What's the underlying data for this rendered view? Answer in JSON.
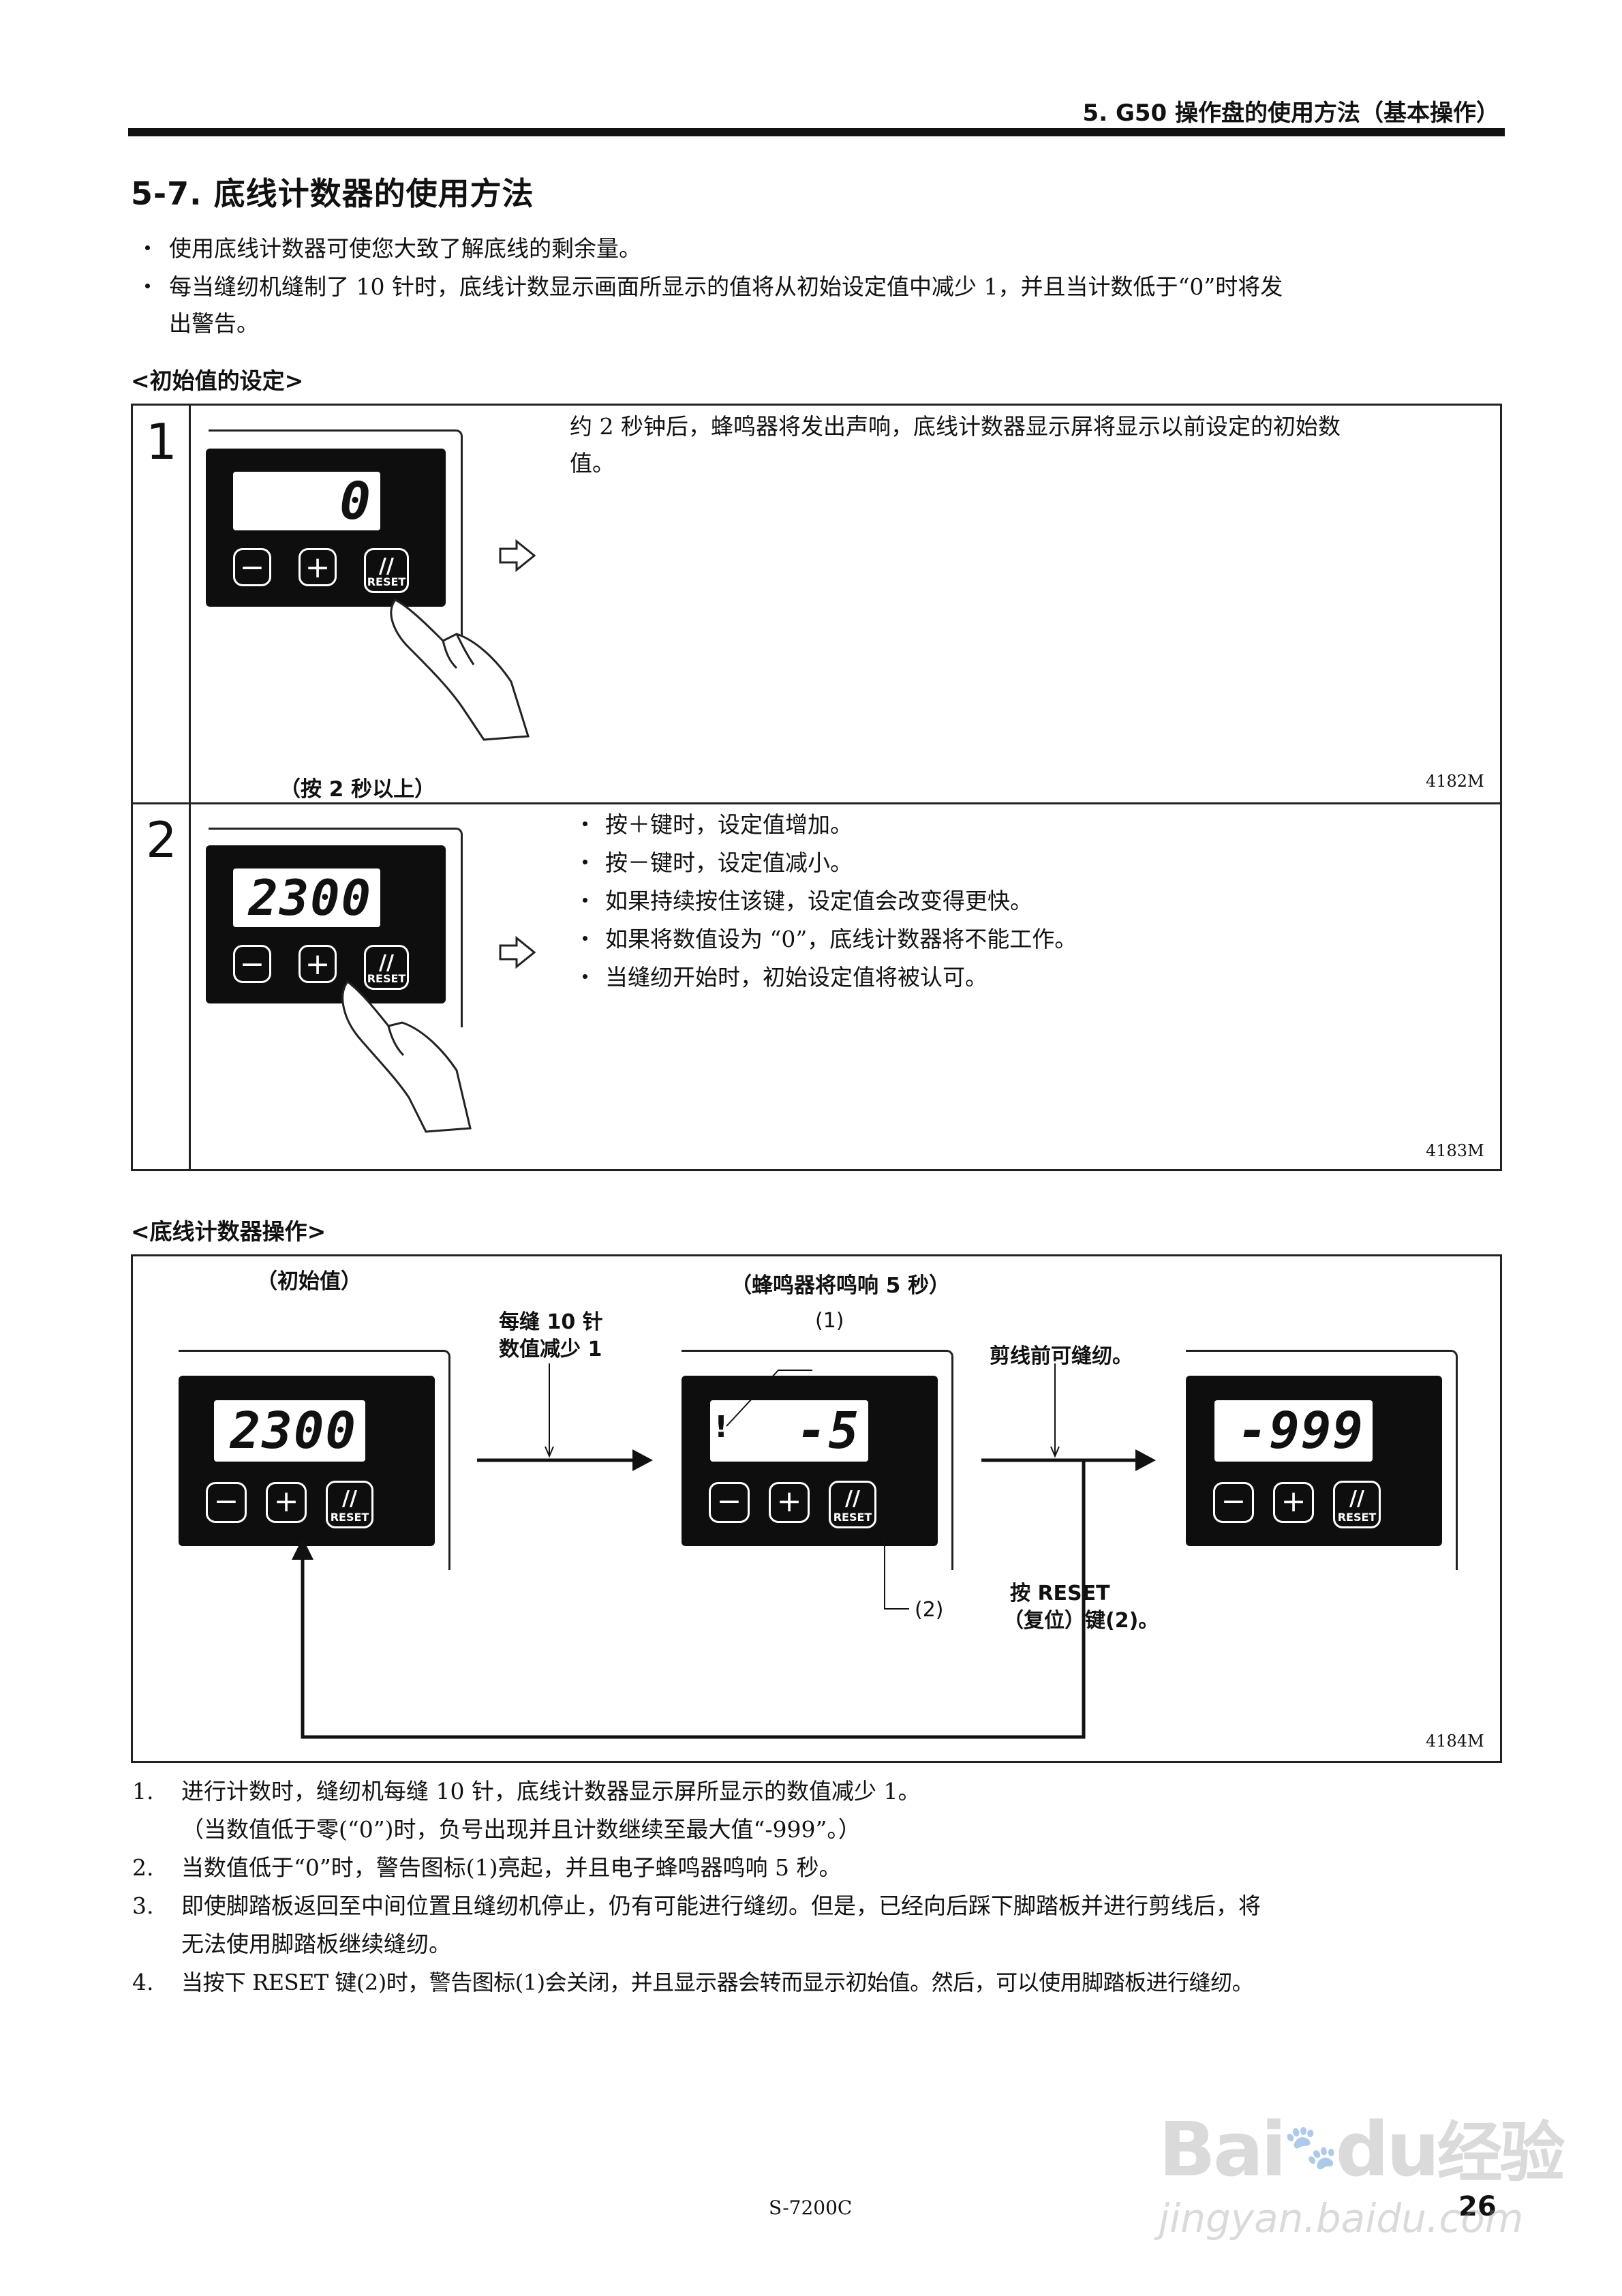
{
  "header": {
    "title": "5. G50 操作盘的使用方法（基本操作）"
  },
  "section": {
    "title": "5-7. 底线计数器的使用方法"
  },
  "intro": [
    {
      "bullet": "・",
      "text": "使用底线计数器可使您大致了解底线的剩余量。"
    },
    {
      "bullet": "・",
      "text": "每当缝纫机缝制了 10 针时，底线计数显示画面所显示的值将从初始设定值中减少 1，并且当计数低于“0”时将发",
      "cont": "出警告。"
    }
  ],
  "setting": {
    "heading": "<初始值的设定>",
    "step1": {
      "num": "1",
      "lcd": "0",
      "caption": "（按 2 秒以上）",
      "desc": "约 2 秒钟后，蜂鸣器将发出声响，底线计数器显示屏将显示以前设定的初始数",
      "desc2": "值。",
      "fig": "4182M"
    },
    "step2": {
      "num": "2",
      "lcd": "2300",
      "items": [
        "按＋键时，设定值增加。",
        "按－键时，设定值减小。",
        "如果持续按住该键，设定值会改变得更快。",
        "如果将数值设为 “0”，底线计数器将不能工作。",
        "当缝纫开始时，初始设定值将被认可。"
      ],
      "bullet": "・",
      "fig": "4183M"
    }
  },
  "operation": {
    "heading": "<底线计数器操作>",
    "label_initial": "（初始值）",
    "label_buzzer": "（蜂鸣器将鸣响 5 秒）",
    "arrow1_line1": "每缝 10 针",
    "arrow1_line2": "数值减少 1",
    "callout1": "(1)",
    "callout2": "(2)",
    "arrow2_label": "剪线前可缝纫。",
    "reset_line1": "按 RESET",
    "reset_line2": "（复位）键(2)。",
    "lcd1": "2300",
    "lcd2": "-5",
    "lcd3": "-999",
    "warn_icon": "!",
    "fig": "4184M"
  },
  "panel_keys": {
    "minus": "−",
    "plus": "+",
    "reset": "RESET",
    "reset_icon": "//"
  },
  "notes": [
    {
      "n": "1.",
      "text": "进行计数时，缝纫机每缝 10 针，底线计数器显示屏所显示的数值减少 1。",
      "cont": "（当数值低于零(“0”)时，负号出现并且计数继续至最大值“-999”。）"
    },
    {
      "n": "2.",
      "text": "当数值低于“0”时，警告图标(1)亮起，并且电子蜂鸣器鸣响 5 秒。"
    },
    {
      "n": "3.",
      "text": "即使脚踏板返回至中间位置且缝纫机停止，仍有可能进行缝纫。但是，已经向后踩下脚踏板并进行剪线后，将",
      "cont": "无法使用脚踏板继续缝纫。"
    },
    {
      "n": "4.",
      "text": "当按下 RESET 键(2)时，警告图标(1)会关闭，并且显示器会转而显示初始值。然后，可以使用脚踏板进行缝纫。"
    }
  ],
  "footer": {
    "model": "S-7200C",
    "page": "26"
  },
  "watermark": {
    "brand": "Bai",
    "brand2": "du",
    "cn": "经验",
    "url": "jingyan.baidu.com"
  }
}
